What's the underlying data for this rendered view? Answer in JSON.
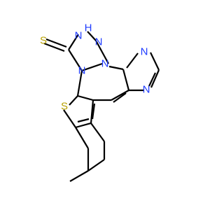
{
  "molecule": {
    "colors": {
      "bond": "#000000",
      "nitrogen": "#1f3cff",
      "sulfur": "#b8a100"
    },
    "atoms": {
      "nh": "H",
      "n_nh": "N",
      "n_trz_top_right": "N",
      "thione_s": "S",
      "n_trz_fused": "N",
      "n_bridge": "N",
      "n_tz_top": "N",
      "n_tz_bottom": "N",
      "thiophene_s": "S"
    }
  }
}
